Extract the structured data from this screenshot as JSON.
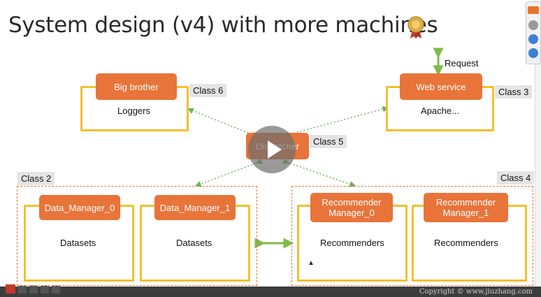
{
  "title": "System design (v4) with more machines",
  "icons": {
    "medal": "medal-icon",
    "play": "play-icon"
  },
  "colors": {
    "orange": "#e8743a",
    "yellow": "#f2c030",
    "green_arrow": "#7dbb4a",
    "dotted_arrow": "#6db35a"
  },
  "nodes": {
    "big_brother": {
      "label": "Big brother",
      "sub": "Loggers",
      "class": "Class 6"
    },
    "web_service": {
      "label": "Web service",
      "sub": "Apache...",
      "class": "Class 3",
      "request": "Request"
    },
    "dispatcher": {
      "label": "Dispatcher",
      "class": "Class 5"
    },
    "data_manager_0": {
      "label": "Data_Manager_0",
      "sub": "Datasets"
    },
    "data_manager_1": {
      "label": "Data_Manager_1",
      "sub": "Datasets"
    },
    "recommender_0": {
      "label": "Recommender Manager_0",
      "sub": "Recommenders"
    },
    "recommender_1": {
      "label": "Recommender Manager_1",
      "sub": "Recommenders"
    }
  },
  "groups": {
    "left": "Class 2",
    "right": "Class 4"
  },
  "footer": {
    "copyright": "Copyright © www.jiuzhang.com"
  }
}
